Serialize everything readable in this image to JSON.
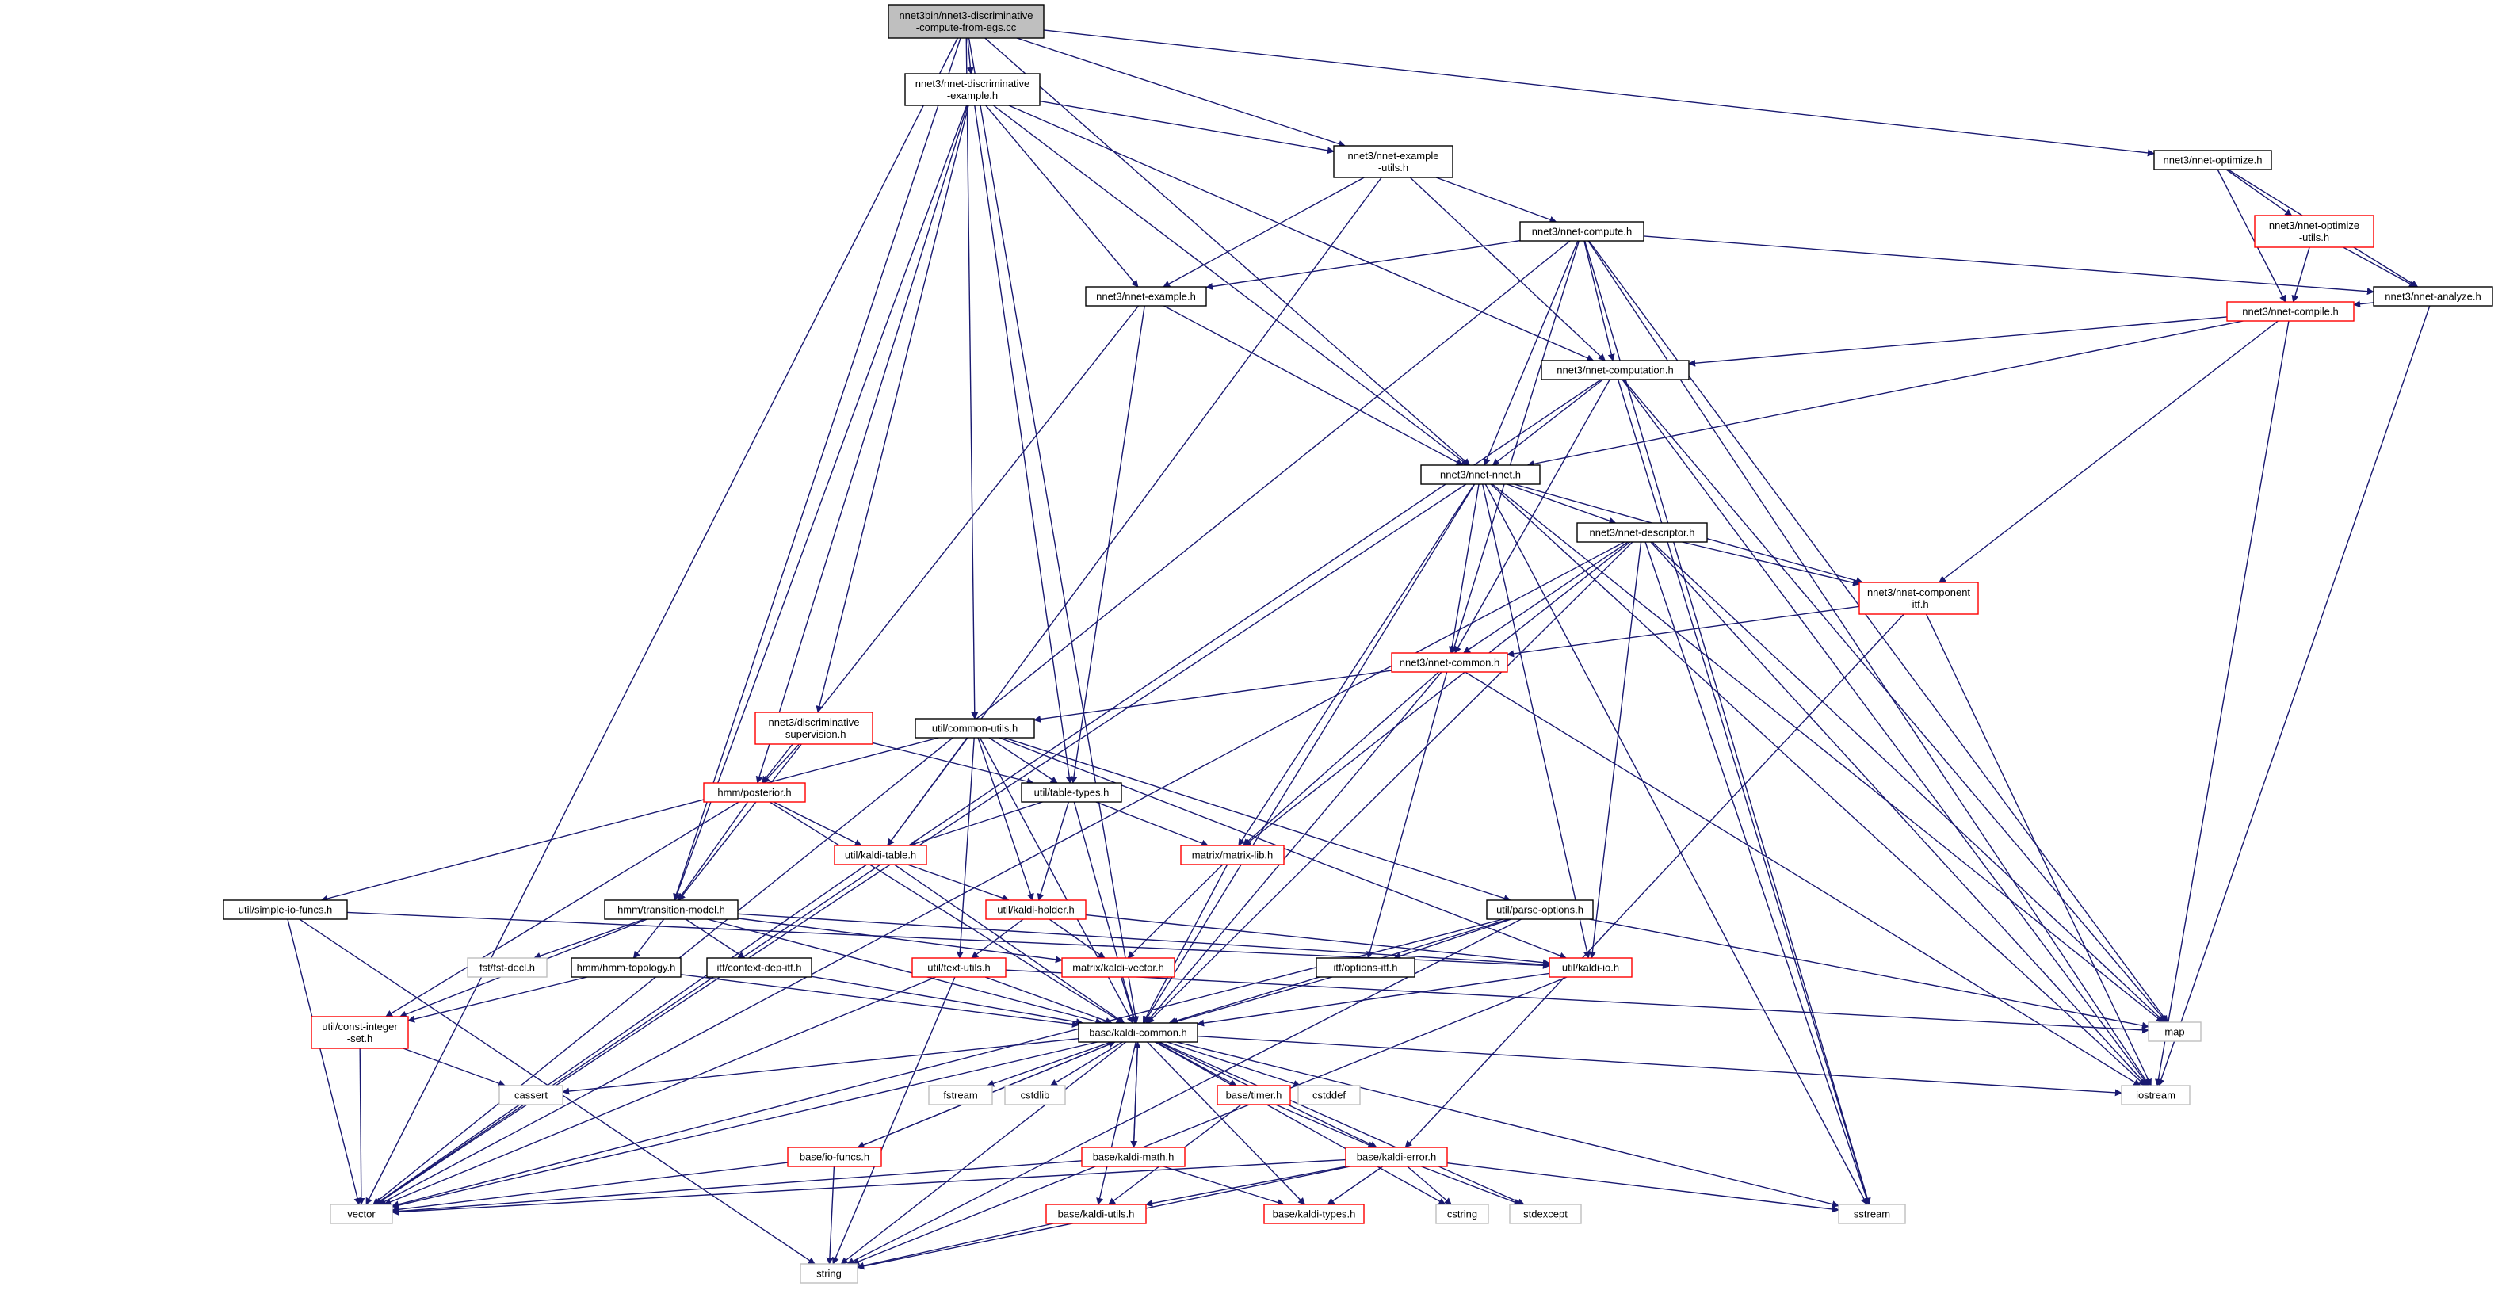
{
  "title": "nnet3bin/nnet3-discriminative-compute-from-egs.cc",
  "colors": {
    "edge": "#191970",
    "border_normal": "#000000",
    "border_truncated": "#ff0000",
    "border_system": "#bfbfbf",
    "root_fill": "#bfbfbf",
    "fill": "#ffffff"
  },
  "nodes": [
    {
      "id": "root",
      "label": [
        "nnet3bin/nnet3-discriminative",
        "-compute-from-egs.cc"
      ],
      "kind": "root"
    },
    {
      "id": "discex",
      "label": [
        "nnet3/nnet-discriminative",
        "-example.h"
      ],
      "kind": "normal"
    },
    {
      "id": "exutils",
      "label": [
        "nnet3/nnet-example",
        "-utils.h"
      ],
      "kind": "normal"
    },
    {
      "id": "optimize",
      "label": [
        "nnet3/nnet-optimize.h"
      ],
      "kind": "normal"
    },
    {
      "id": "compute",
      "label": [
        "nnet3/nnet-compute.h"
      ],
      "kind": "normal"
    },
    {
      "id": "optutils",
      "label": [
        "nnet3/nnet-optimize",
        "-utils.h"
      ],
      "kind": "truncated"
    },
    {
      "id": "example",
      "label": [
        "nnet3/nnet-example.h"
      ],
      "kind": "normal"
    },
    {
      "id": "analyze",
      "label": [
        "nnet3/nnet-analyze.h"
      ],
      "kind": "normal"
    },
    {
      "id": "compile",
      "label": [
        "nnet3/nnet-compile.h"
      ],
      "kind": "truncated"
    },
    {
      "id": "computation",
      "label": [
        "nnet3/nnet-computation.h"
      ],
      "kind": "normal"
    },
    {
      "id": "nnet",
      "label": [
        "nnet3/nnet-nnet.h"
      ],
      "kind": "normal"
    },
    {
      "id": "descriptor",
      "label": [
        "nnet3/nnet-descriptor.h"
      ],
      "kind": "normal"
    },
    {
      "id": "compitf",
      "label": [
        "nnet3/nnet-component",
        "-itf.h"
      ],
      "kind": "truncated"
    },
    {
      "id": "common",
      "label": [
        "nnet3/nnet-common.h"
      ],
      "kind": "truncated"
    },
    {
      "id": "discsup",
      "label": [
        "nnet3/discriminative",
        "-supervision.h"
      ],
      "kind": "truncated"
    },
    {
      "id": "commonutils",
      "label": [
        "util/common-utils.h"
      ],
      "kind": "normal"
    },
    {
      "id": "posterior",
      "label": [
        "hmm/posterior.h"
      ],
      "kind": "truncated"
    },
    {
      "id": "tabletypes",
      "label": [
        "util/table-types.h"
      ],
      "kind": "normal"
    },
    {
      "id": "kalditable",
      "label": [
        "util/kaldi-table.h"
      ],
      "kind": "truncated"
    },
    {
      "id": "matrixlib",
      "label": [
        "matrix/matrix-lib.h"
      ],
      "kind": "truncated"
    },
    {
      "id": "simpleio",
      "label": [
        "util/simple-io-funcs.h"
      ],
      "kind": "normal"
    },
    {
      "id": "transmodel",
      "label": [
        "hmm/transition-model.h"
      ],
      "kind": "normal"
    },
    {
      "id": "kaldiholder",
      "label": [
        "util/kaldi-holder.h"
      ],
      "kind": "truncated"
    },
    {
      "id": "parseopt",
      "label": [
        "util/parse-options.h"
      ],
      "kind": "normal"
    },
    {
      "id": "fstdecl",
      "label": [
        "fst/fst-decl.h"
      ],
      "kind": "system"
    },
    {
      "id": "hmmtopo",
      "label": [
        "hmm/hmm-topology.h"
      ],
      "kind": "normal"
    },
    {
      "id": "ctxdep",
      "label": [
        "itf/context-dep-itf.h"
      ],
      "kind": "normal"
    },
    {
      "id": "textutils",
      "label": [
        "util/text-utils.h"
      ],
      "kind": "truncated"
    },
    {
      "id": "kaldivector",
      "label": [
        "matrix/kaldi-vector.h"
      ],
      "kind": "truncated"
    },
    {
      "id": "optionsitf",
      "label": [
        "itf/options-itf.h"
      ],
      "kind": "normal"
    },
    {
      "id": "kaldiio",
      "label": [
        "util/kaldi-io.h"
      ],
      "kind": "truncated"
    },
    {
      "id": "constint",
      "label": [
        "util/const-integer",
        "-set.h"
      ],
      "kind": "truncated"
    },
    {
      "id": "kaldicommon",
      "label": [
        "base/kaldi-common.h"
      ],
      "kind": "normal"
    },
    {
      "id": "map",
      "label": [
        "map"
      ],
      "kind": "system"
    },
    {
      "id": "cassert",
      "label": [
        "cassert"
      ],
      "kind": "system"
    },
    {
      "id": "fstream",
      "label": [
        "fstream"
      ],
      "kind": "system"
    },
    {
      "id": "cstdlib",
      "label": [
        "cstdlib"
      ],
      "kind": "system"
    },
    {
      "id": "timer",
      "label": [
        "base/timer.h"
      ],
      "kind": "truncated"
    },
    {
      "id": "cstddef",
      "label": [
        "cstddef"
      ],
      "kind": "system"
    },
    {
      "id": "iostream",
      "label": [
        "iostream"
      ],
      "kind": "system"
    },
    {
      "id": "iofuncs",
      "label": [
        "base/io-funcs.h"
      ],
      "kind": "truncated"
    },
    {
      "id": "kaldimath",
      "label": [
        "base/kaldi-math.h"
      ],
      "kind": "truncated"
    },
    {
      "id": "kaldierror",
      "label": [
        "base/kaldi-error.h"
      ],
      "kind": "truncated"
    },
    {
      "id": "vector",
      "label": [
        "vector"
      ],
      "kind": "system"
    },
    {
      "id": "kaldiutils",
      "label": [
        "base/kaldi-utils.h"
      ],
      "kind": "truncated"
    },
    {
      "id": "kalditypes",
      "label": [
        "base/kaldi-types.h"
      ],
      "kind": "truncated"
    },
    {
      "id": "cstring",
      "label": [
        "cstring"
      ],
      "kind": "system"
    },
    {
      "id": "stdexcept",
      "label": [
        "stdexcept"
      ],
      "kind": "system"
    },
    {
      "id": "sstream",
      "label": [
        "sstream"
      ],
      "kind": "system"
    },
    {
      "id": "string",
      "label": [
        "string"
      ],
      "kind": "system"
    }
  ],
  "edges": [
    [
      "root",
      "discex"
    ],
    [
      "root",
      "exutils"
    ],
    [
      "root",
      "optimize"
    ],
    [
      "root",
      "nnet"
    ],
    [
      "root",
      "commonutils"
    ],
    [
      "root",
      "transmodel"
    ],
    [
      "root",
      "kaldicommon"
    ],
    [
      "root",
      "vector"
    ],
    [
      "discex",
      "exutils"
    ],
    [
      "discex",
      "example"
    ],
    [
      "discex",
      "nnet"
    ],
    [
      "discex",
      "computation"
    ],
    [
      "discex",
      "discsup"
    ],
    [
      "discex",
      "posterior"
    ],
    [
      "discex",
      "tabletypes"
    ],
    [
      "discex",
      "transmodel"
    ],
    [
      "exutils",
      "example"
    ],
    [
      "exutils",
      "compute"
    ],
    [
      "exutils",
      "computation"
    ],
    [
      "exutils",
      "kalditable"
    ],
    [
      "optimize",
      "optutils"
    ],
    [
      "optimize",
      "analyze"
    ],
    [
      "optimize",
      "compile"
    ],
    [
      "optutils",
      "analyze"
    ],
    [
      "optutils",
      "compile"
    ],
    [
      "compute",
      "example"
    ],
    [
      "compute",
      "analyze"
    ],
    [
      "compute",
      "computation"
    ],
    [
      "compute",
      "nnet"
    ],
    [
      "compute",
      "common"
    ],
    [
      "compute",
      "vector"
    ],
    [
      "compute",
      "map"
    ],
    [
      "compute",
      "iostream"
    ],
    [
      "compute",
      "sstream"
    ],
    [
      "analyze",
      "compile"
    ],
    [
      "analyze",
      "iostream"
    ],
    [
      "compile",
      "computation"
    ],
    [
      "compile",
      "nnet"
    ],
    [
      "compile",
      "compitf"
    ],
    [
      "compile",
      "iostream"
    ],
    [
      "example",
      "nnet"
    ],
    [
      "example",
      "posterior"
    ],
    [
      "example",
      "tabletypes"
    ],
    [
      "computation",
      "nnet"
    ],
    [
      "computation",
      "common"
    ],
    [
      "computation",
      "vector"
    ],
    [
      "computation",
      "map"
    ],
    [
      "computation",
      "iostream"
    ],
    [
      "computation",
      "sstream"
    ],
    [
      "nnet",
      "descriptor"
    ],
    [
      "nnet",
      "compitf"
    ],
    [
      "nnet",
      "common"
    ],
    [
      "nnet",
      "matrixlib"
    ],
    [
      "nnet",
      "kaldiio"
    ],
    [
      "nnet",
      "kaldicommon"
    ],
    [
      "nnet",
      "map"
    ],
    [
      "nnet",
      "iostream"
    ],
    [
      "nnet",
      "sstream"
    ],
    [
      "nnet",
      "vector"
    ],
    [
      "descriptor",
      "compitf"
    ],
    [
      "descriptor",
      "common"
    ],
    [
      "descriptor",
      "matrixlib"
    ],
    [
      "descriptor",
      "kaldiio"
    ],
    [
      "descriptor",
      "kaldicommon"
    ],
    [
      "descriptor",
      "map"
    ],
    [
      "descriptor",
      "iostream"
    ],
    [
      "descriptor",
      "sstream"
    ],
    [
      "descriptor",
      "vector"
    ],
    [
      "compitf",
      "common"
    ],
    [
      "compitf",
      "kaldierror"
    ],
    [
      "compitf",
      "iostream"
    ],
    [
      "common",
      "commonutils"
    ],
    [
      "common",
      "matrixlib"
    ],
    [
      "common",
      "optionsitf"
    ],
    [
      "common",
      "kaldicommon"
    ],
    [
      "common",
      "iostream"
    ],
    [
      "discsup",
      "tabletypes"
    ],
    [
      "discsup",
      "posterior"
    ],
    [
      "discsup",
      "transmodel"
    ],
    [
      "commonutils",
      "tabletypes"
    ],
    [
      "commonutils",
      "kalditable"
    ],
    [
      "commonutils",
      "kaldiholder"
    ],
    [
      "commonutils",
      "parseopt"
    ],
    [
      "commonutils",
      "simpleio"
    ],
    [
      "commonutils",
      "textutils"
    ],
    [
      "commonutils",
      "kaldiio"
    ],
    [
      "commonutils",
      "kaldicommon"
    ],
    [
      "posterior",
      "kalditable"
    ],
    [
      "posterior",
      "transmodel"
    ],
    [
      "posterior",
      "kaldicommon"
    ],
    [
      "posterior",
      "constint"
    ],
    [
      "tabletypes",
      "kalditable"
    ],
    [
      "tabletypes",
      "kaldiholder"
    ],
    [
      "tabletypes",
      "matrixlib"
    ],
    [
      "tabletypes",
      "kaldicommon"
    ],
    [
      "kalditable",
      "kaldiholder"
    ],
    [
      "kalditable",
      "kaldicommon"
    ],
    [
      "kalditable",
      "vector"
    ],
    [
      "matrixlib",
      "kaldivector"
    ],
    [
      "matrixlib",
      "kaldicommon"
    ],
    [
      "simpleio",
      "kaldiio"
    ],
    [
      "simpleio",
      "vector"
    ],
    [
      "simpleio",
      "string"
    ],
    [
      "transmodel",
      "fstdecl"
    ],
    [
      "transmodel",
      "hmmtopo"
    ],
    [
      "transmodel",
      "ctxdep"
    ],
    [
      "transmodel",
      "kaldivector"
    ],
    [
      "transmodel",
      "constint"
    ],
    [
      "transmodel",
      "kaldicommon"
    ],
    [
      "transmodel",
      "kaldiio"
    ],
    [
      "kaldiholder",
      "textutils"
    ],
    [
      "kaldiholder",
      "kaldivector"
    ],
    [
      "kaldiholder",
      "kaldiio"
    ],
    [
      "parseopt",
      "optionsitf"
    ],
    [
      "parseopt",
      "kaldicommon"
    ],
    [
      "parseopt",
      "map"
    ],
    [
      "parseopt",
      "vector"
    ],
    [
      "parseopt",
      "string"
    ],
    [
      "hmmtopo",
      "constint"
    ],
    [
      "hmmtopo",
      "kaldicommon"
    ],
    [
      "ctxdep",
      "kaldicommon"
    ],
    [
      "textutils",
      "kaldicommon"
    ],
    [
      "textutils",
      "vector"
    ],
    [
      "textutils",
      "map"
    ],
    [
      "textutils",
      "string"
    ],
    [
      "kaldivector",
      "kaldicommon"
    ],
    [
      "optionsitf",
      "kaldicommon"
    ],
    [
      "kaldiio",
      "kaldicommon"
    ],
    [
      "kaldiio",
      "string"
    ],
    [
      "constint",
      "cassert"
    ],
    [
      "constint",
      "vector"
    ],
    [
      "kaldicommon",
      "cassert"
    ],
    [
      "kaldicommon",
      "fstream"
    ],
    [
      "kaldicommon",
      "cstdlib"
    ],
    [
      "kaldicommon",
      "timer"
    ],
    [
      "kaldicommon",
      "cstddef"
    ],
    [
      "kaldicommon",
      "iostream"
    ],
    [
      "kaldicommon",
      "iofuncs"
    ],
    [
      "kaldicommon",
      "kaldimath"
    ],
    [
      "kaldicommon",
      "kaldierror"
    ],
    [
      "kaldicommon",
      "vector"
    ],
    [
      "kaldicommon",
      "kaldiutils"
    ],
    [
      "kaldicommon",
      "kalditypes"
    ],
    [
      "kaldicommon",
      "cstring"
    ],
    [
      "kaldicommon",
      "stdexcept"
    ],
    [
      "kaldicommon",
      "sstream"
    ],
    [
      "kaldicommon",
      "string"
    ],
    [
      "timer",
      "kaldierror"
    ],
    [
      "timer",
      "kaldiutils"
    ],
    [
      "iofuncs",
      "kaldicommon"
    ],
    [
      "iofuncs",
      "vector"
    ],
    [
      "iofuncs",
      "string"
    ],
    [
      "kaldimath",
      "kaldicommon"
    ],
    [
      "kaldimath",
      "kalditypes"
    ],
    [
      "kaldimath",
      "vector"
    ],
    [
      "kaldierror",
      "kaldiutils"
    ],
    [
      "kaldierror",
      "kalditypes"
    ],
    [
      "kaldierror",
      "cstring"
    ],
    [
      "kaldierror",
      "stdexcept"
    ],
    [
      "kaldierror",
      "sstream"
    ],
    [
      "kaldierror",
      "vector"
    ],
    [
      "kaldierror",
      "string"
    ],
    [
      "kaldiutils",
      "string"
    ]
  ]
}
